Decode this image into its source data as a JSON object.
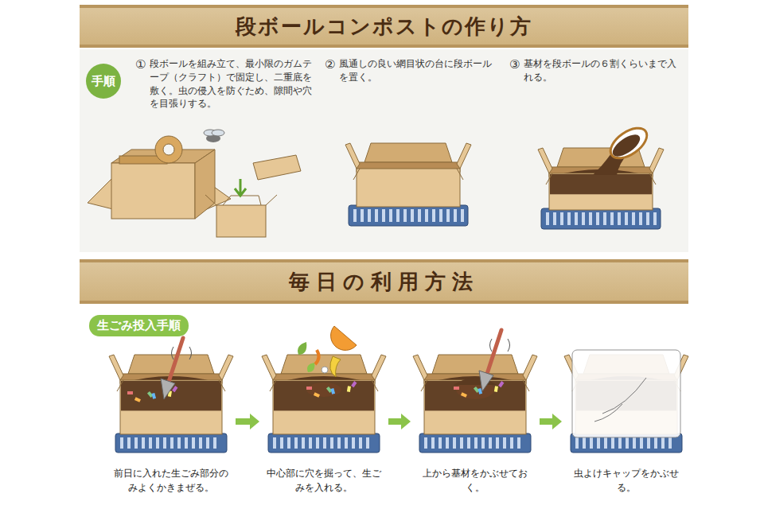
{
  "diagram": {
    "nodes": [
      {
        "text": [
          "段ボールコンポストの作り方"
        ]
      },
      {
        "text": [
          "手順"
        ]
      },
      {
        "text": [
          "①",
          "段ボールを組み立て、最小限のガムテープ（クラフト）で固定し、二重底を敷く。虫の侵入を防ぐため、隙間や穴を目張りする。"
        ]
      },
      {
        "text": [
          "②",
          "風通しの良い網目状の台に段ボールを置く。"
        ]
      },
      {
        "text": [
          "③",
          "基材を段ボールの６割くらいまで入れる。"
        ]
      },
      {
        "text": [
          "毎日の利用方法"
        ]
      },
      {
        "text": [
          "生ごみ投入手順"
        ]
      },
      {
        "text": [
          "前日に入れた生ごみ部分のみよくかきまぜる。"
        ]
      },
      {
        "text": [
          "中心部に穴を掘って、生ごみを入れる。"
        ]
      },
      {
        "text": [
          "上から基材をかぶせておく。"
        ]
      },
      {
        "text": [
          "虫よけキャップをかぶせる。"
        ]
      }
    ],
    "edges": [
      {
        "from": 7,
        "to": 8,
        "arrow": "to"
      },
      {
        "from": 8,
        "to": 9,
        "arrow": "to"
      },
      {
        "from": 9,
        "to": 10,
        "arrow": "to"
      }
    ]
  }
}
